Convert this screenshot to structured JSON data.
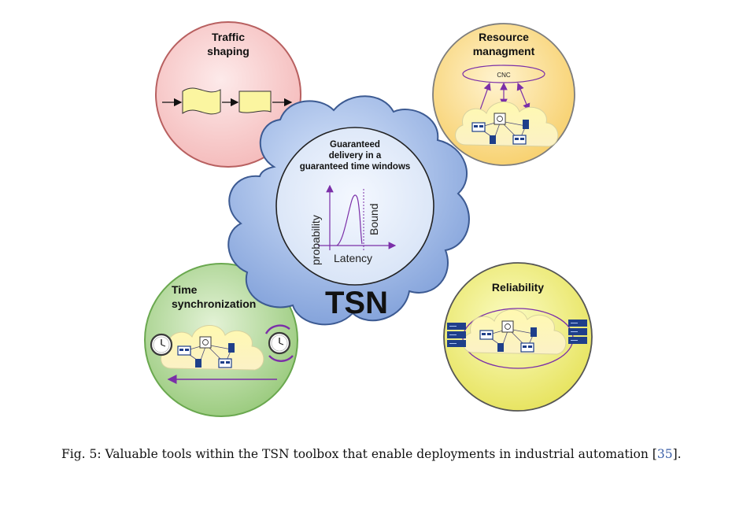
{
  "figure": {
    "center": {
      "title": "TSN",
      "inner_text": [
        "Guaranteed",
        "delivery in a",
        "guaranteed time windows"
      ],
      "y_axis_label": "probability",
      "x_axis_label": "Latency",
      "bound_label": "Bound"
    },
    "traffic_shaping": {
      "title": [
        "Traffic",
        "shaping"
      ]
    },
    "resource_management": {
      "title": [
        "Resource",
        "managment"
      ],
      "cnc_label": "CNC"
    },
    "time_sync": {
      "title": [
        "Time",
        "synchronization"
      ]
    },
    "reliability": {
      "title": "Reliability"
    }
  },
  "caption": {
    "prefix": "Fig. 5: Valuable tools within the TSN toolbox that enable deployments in industrial automation ",
    "open_bracket": "[",
    "citation": "35",
    "close_bracket": "]."
  },
  "colors": {
    "traffic_fill": "#f9d3d3",
    "traffic_stroke": "#b86060",
    "resource_fill": "#fde6a6",
    "resource_stroke": "#7d7d7d",
    "time_fill": "#b9dc9c",
    "time_stroke": "#6aa84f",
    "reliability_fill": "#eef08a",
    "reliability_stroke": "#555555",
    "cloud_fill": "#9bb7e4",
    "cloud_stroke": "#3c5a92",
    "accent_purple": "#7b2fa8"
  }
}
